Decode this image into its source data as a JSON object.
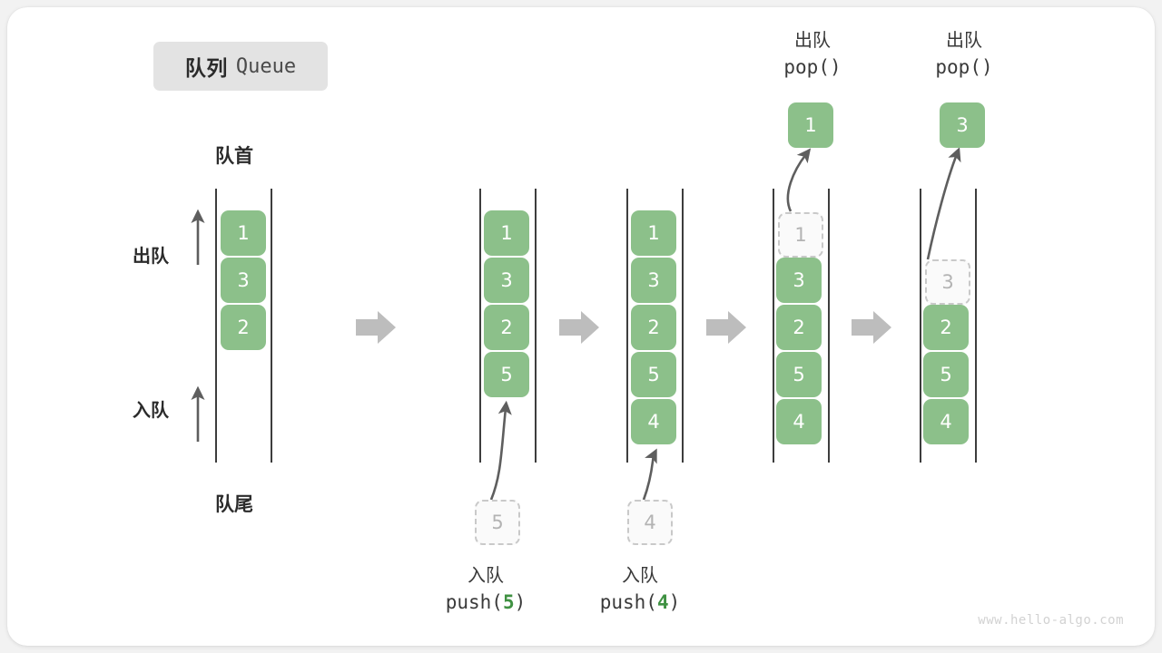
{
  "title": {
    "cn": "队列",
    "en": "Queue"
  },
  "labels": {
    "front": "队首",
    "rear": "队尾",
    "dequeue": "出队",
    "enqueue": "入队"
  },
  "ops": {
    "push5": {
      "cn": "入队",
      "code_pre": "push(",
      "code_num": "5",
      "code_post": ")"
    },
    "push4": {
      "cn": "入队",
      "code_pre": "push(",
      "code_num": "4",
      "code_post": ")"
    },
    "pop1": {
      "cn": "出队",
      "code": "pop()"
    },
    "pop2": {
      "cn": "出队",
      "code": "pop()"
    }
  },
  "columns": [
    {
      "name": "initial",
      "cells": [
        "1",
        "3",
        "2"
      ]
    },
    {
      "name": "after-push5",
      "cells": [
        "1",
        "3",
        "2",
        "5"
      ]
    },
    {
      "name": "after-push4",
      "cells": [
        "1",
        "3",
        "2",
        "5",
        "4"
      ]
    },
    {
      "name": "after-pop1",
      "cells": [
        "1",
        "3",
        "2",
        "5",
        "4"
      ],
      "ghost_index": 0
    },
    {
      "name": "after-pop2",
      "cells": [
        "",
        "3",
        "2",
        "5",
        "4"
      ],
      "ghost_index": 1
    }
  ],
  "incoming": {
    "push5": "5",
    "push4": "4"
  },
  "outgoing": {
    "pop1": "1",
    "pop2": "3"
  },
  "colors": {
    "cell": "#8cc08a",
    "ghost_border": "#c9c9c9",
    "arrow": "#5e5e5e",
    "separator": "#bdbdbd",
    "rail": "#3d3d3d"
  },
  "watermark": "www.hello-algo.com"
}
